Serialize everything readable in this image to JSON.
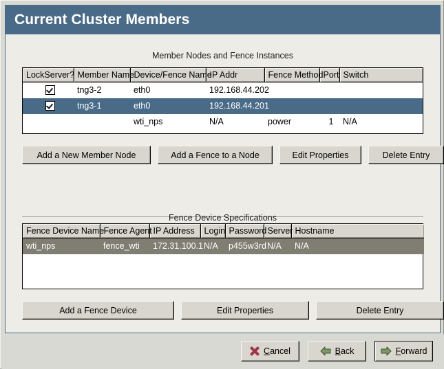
{
  "window": {
    "title": "Current Cluster Members"
  },
  "member_section": {
    "caption": "Member Nodes and Fence Instances",
    "columns": [
      "LockServer?",
      "Member Name",
      "Device/Fence Name",
      "IP Addr",
      "Fence Method",
      "Port",
      "Switch"
    ],
    "rows": [
      {
        "lockserver": true,
        "member_name": "tng3-2",
        "device_fence_name": "eth0",
        "ip_addr": "192.168.44.202",
        "fence_method": "",
        "port": "",
        "switch": "",
        "state": "normal"
      },
      {
        "lockserver": true,
        "member_name": "tng3-1",
        "device_fence_name": "eth0",
        "ip_addr": "192.168.44.201",
        "fence_method": "",
        "port": "",
        "switch": "",
        "state": "selected-focus"
      },
      {
        "lockserver": false,
        "member_name": "",
        "device_fence_name": "wti_nps",
        "ip_addr": "N/A",
        "fence_method": "power",
        "port": "1",
        "switch": "N/A",
        "state": "normal"
      }
    ],
    "buttons": [
      {
        "label": "Add a New Member Node"
      },
      {
        "label": "Add a Fence to a Node"
      },
      {
        "label": "Edit Properties"
      },
      {
        "label": "Delete Entry"
      }
    ]
  },
  "fence_section": {
    "caption": "Fence Device Specifications",
    "columns": [
      "Fence Device Name",
      "Fence Agent",
      "IP Address",
      "Login",
      "Password",
      "Server",
      "Hostname"
    ],
    "rows": [
      {
        "fence_device_name": "wti_nps",
        "fence_agent": "fence_wti",
        "ip_address": "172.31.100.1",
        "login": "N/A",
        "password": "p455w3rd",
        "server": "N/A",
        "hostname": "N/A",
        "state": "selected-unfocus"
      }
    ],
    "buttons": [
      {
        "label": "Add a Fence Device"
      },
      {
        "label": "Edit Properties"
      },
      {
        "label": "Delete Entry"
      }
    ]
  },
  "footer": {
    "buttons": [
      {
        "icon": "cancel-x-icon",
        "pre": "",
        "accel": "C",
        "post": "ancel",
        "focused": false
      },
      {
        "icon": "arrow-left-icon",
        "pre": "",
        "accel": "B",
        "post": "ack",
        "focused": false
      },
      {
        "icon": "arrow-right-icon",
        "pre": "",
        "accel": "F",
        "post": "orward",
        "focused": true
      }
    ]
  },
  "colors": {
    "title_bar": "#4a6b88",
    "selection_focus": "#4a6b88",
    "selection_unfocus": "#807e72",
    "panel_bg": "#eeece7",
    "button_face": "#d8d6ce",
    "accel_red": "#a03545",
    "arrow_green": "#7d9a62"
  }
}
